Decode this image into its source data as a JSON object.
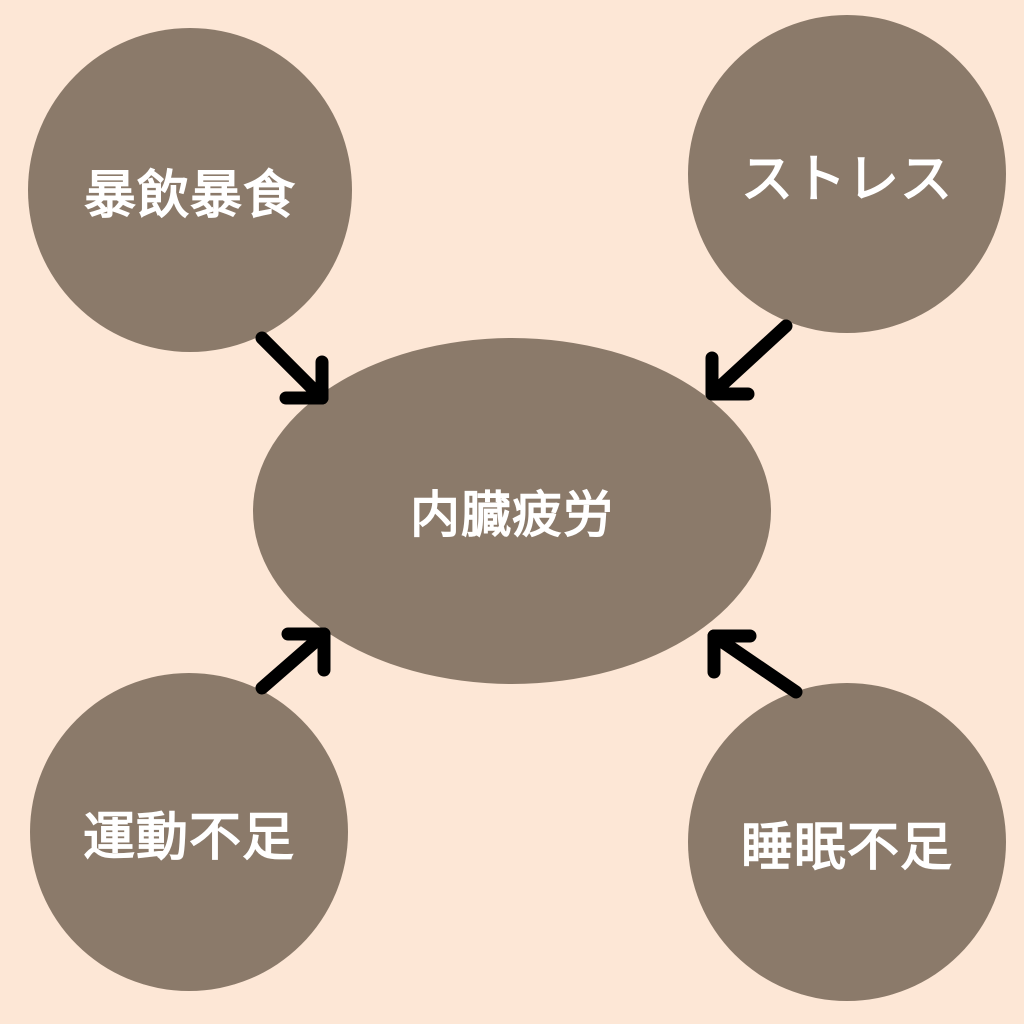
{
  "diagram": {
    "center": {
      "label": "内臓疲労"
    },
    "causes": [
      {
        "label": "暴飲暴食"
      },
      {
        "label": "ストレス"
      },
      {
        "label": "運動不足"
      },
      {
        "label": "睡眠不足"
      }
    ]
  },
  "colors": {
    "background": "#fde7d6",
    "node": "#8b7a6a",
    "text": "#ffffff",
    "arrow": "#000000"
  }
}
